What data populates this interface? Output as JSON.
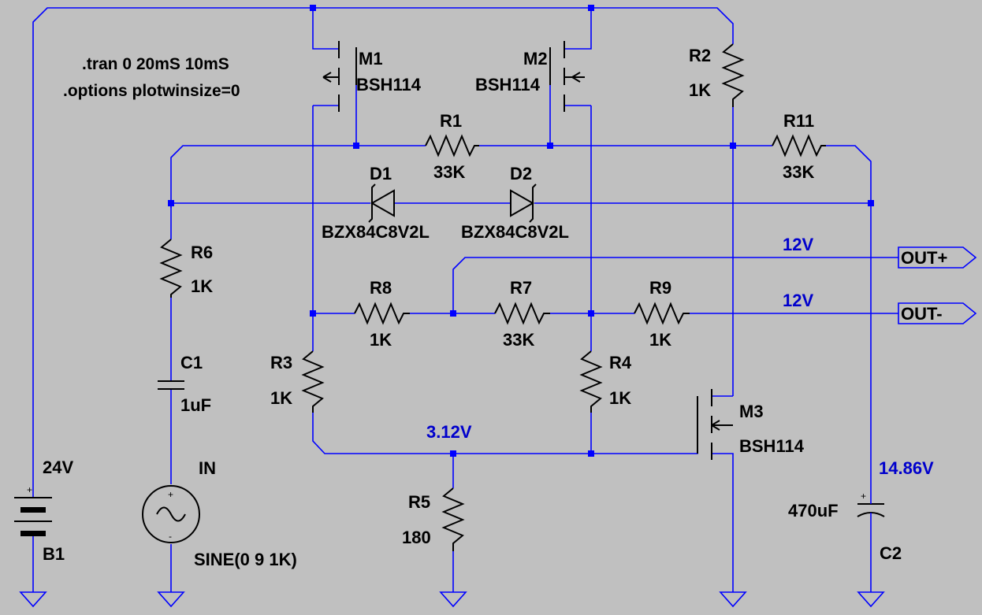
{
  "directives": [
    ".tran 0 20mS 10mS",
    ".options plotwinsize=0"
  ],
  "components": {
    "M1": {
      "ref": "M1",
      "value": "BSH114"
    },
    "M2": {
      "ref": "M2",
      "value": "BSH114"
    },
    "M3": {
      "ref": "M3",
      "value": "BSH114"
    },
    "R1": {
      "ref": "R1",
      "value": "33K"
    },
    "R2": {
      "ref": "R2",
      "value": "1K"
    },
    "R3": {
      "ref": "R3",
      "value": "1K"
    },
    "R4": {
      "ref": "R4",
      "value": "1K"
    },
    "R5": {
      "ref": "R5",
      "value": "180"
    },
    "R6": {
      "ref": "R6",
      "value": "1K"
    },
    "R7": {
      "ref": "R7",
      "value": "33K"
    },
    "R8": {
      "ref": "R8",
      "value": "1K"
    },
    "R9": {
      "ref": "R9",
      "value": "1K"
    },
    "R11": {
      "ref": "R11",
      "value": "33K"
    },
    "D1": {
      "ref": "D1",
      "value": "BZX84C8V2L"
    },
    "D2": {
      "ref": "D2",
      "value": "BZX84C8V2L"
    },
    "C1": {
      "ref": "C1",
      "value": "1uF"
    },
    "C2": {
      "ref": "C2",
      "value": "470uF"
    },
    "B1": {
      "ref": "B1",
      "value": "24V"
    },
    "IN": {
      "ref": "IN",
      "value": "SINE(0 9 1K)"
    }
  },
  "ports": {
    "out_plus": "OUT+",
    "out_minus": "OUT-"
  },
  "voltages": {
    "out_plus": "12V",
    "out_minus": "12V",
    "source_node": "3.12V",
    "cap_node": "14.86V"
  },
  "pin_marks": {
    "plus": "+",
    "minus": "-"
  },
  "colors": {
    "background": "#c0c0c0",
    "wire": "#0000ff",
    "component": "#000000",
    "voltage_label": "#0000cc"
  }
}
